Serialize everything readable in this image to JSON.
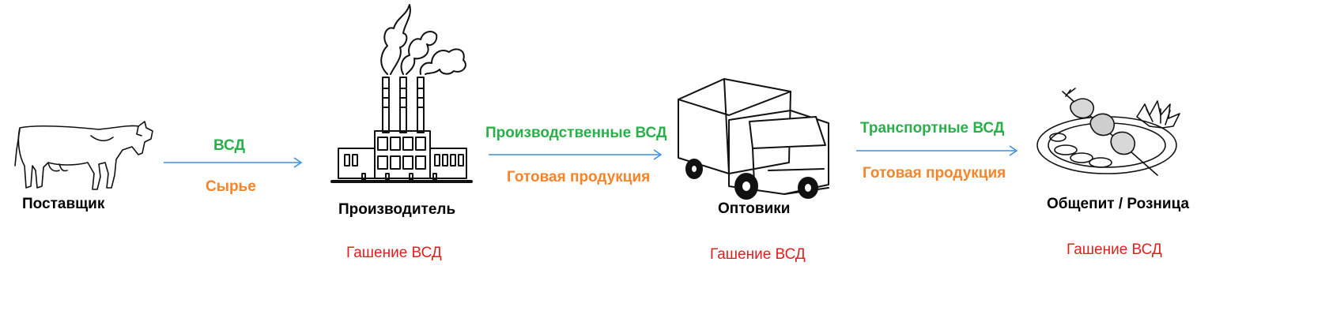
{
  "nodes": {
    "supplier": {
      "label": "Поставщик"
    },
    "producer": {
      "label": "Производитель",
      "note": "Гашение ВСД"
    },
    "wholesalers": {
      "label": "Оптовики",
      "note": "Гашение ВСД"
    },
    "retail": {
      "label": "Общепит / Розница",
      "note": "Гашение ВСД"
    }
  },
  "arrows": [
    {
      "top": "ВСД",
      "bottom": "Сырье"
    },
    {
      "top": "Производственные ВСД",
      "bottom": "Готовая продукция"
    },
    {
      "top": "Транспортные ВСД",
      "bottom": "Готовая продукция"
    }
  ],
  "colors": {
    "green": "#2ab04a",
    "orange": "#f5842b",
    "red": "#e0201f",
    "arrow": "#3b8fe0"
  },
  "icons": [
    "cow-icon",
    "factory-icon",
    "truck-icon",
    "food-plate-icon"
  ]
}
